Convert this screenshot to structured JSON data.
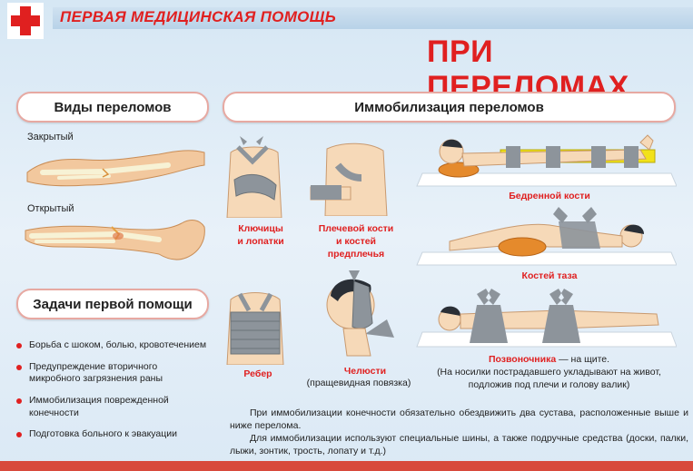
{
  "header": {
    "subtitle": "ПЕРВАЯ МЕДИЦИНСКАЯ ПОМОЩЬ",
    "title": "ПРИ ПЕРЕЛОМАХ"
  },
  "types": {
    "heading": "Виды переломов",
    "closed": "Закрытый",
    "open": "Открытый"
  },
  "tasks": {
    "heading": "Задачи первой помощи",
    "items": [
      "Борьба с шоком, болью, кровотечением",
      "Предупреждение вторичного микробного загрязнения раны",
      "Иммобилизация поврежденной конечности",
      "Подготовка больного к эвакуации"
    ]
  },
  "immobilization": {
    "heading": "Иммобилизация переломов",
    "clavicle": "Ключицы\nи лопатки",
    "shoulder": "Плечевой кости\nи костей\nпредплечья",
    "ribs": "Ребер",
    "jaw": "Челюсти",
    "jaw_note": "(пращевидная повязка)",
    "femur": "Бедренной кости",
    "pelvis": "Костей таза",
    "spine": "Позвоночника",
    "spine_suffix": " — на щите.",
    "spine_note": "(На носилки пострадавшего укладывают на живот,\nподложив под плечи и голову валик)"
  },
  "footer": {
    "para1": "При иммобилизации конечности обязательно обездвижить два сустава, расположенные выше и ниже перелома.",
    "para2": "Для иммобилизации используют специальные шины, а также подручные средства (доски, палки, лыжи, зонтик, трость, лопату и т.д.)"
  },
  "colors": {
    "accent": "#e02020",
    "pill_border": "#e7a9a2",
    "skin": "#f6d9b8",
    "bandage": "#8d949b",
    "splint": "#f2e21a",
    "roll": "#e58a2c"
  }
}
